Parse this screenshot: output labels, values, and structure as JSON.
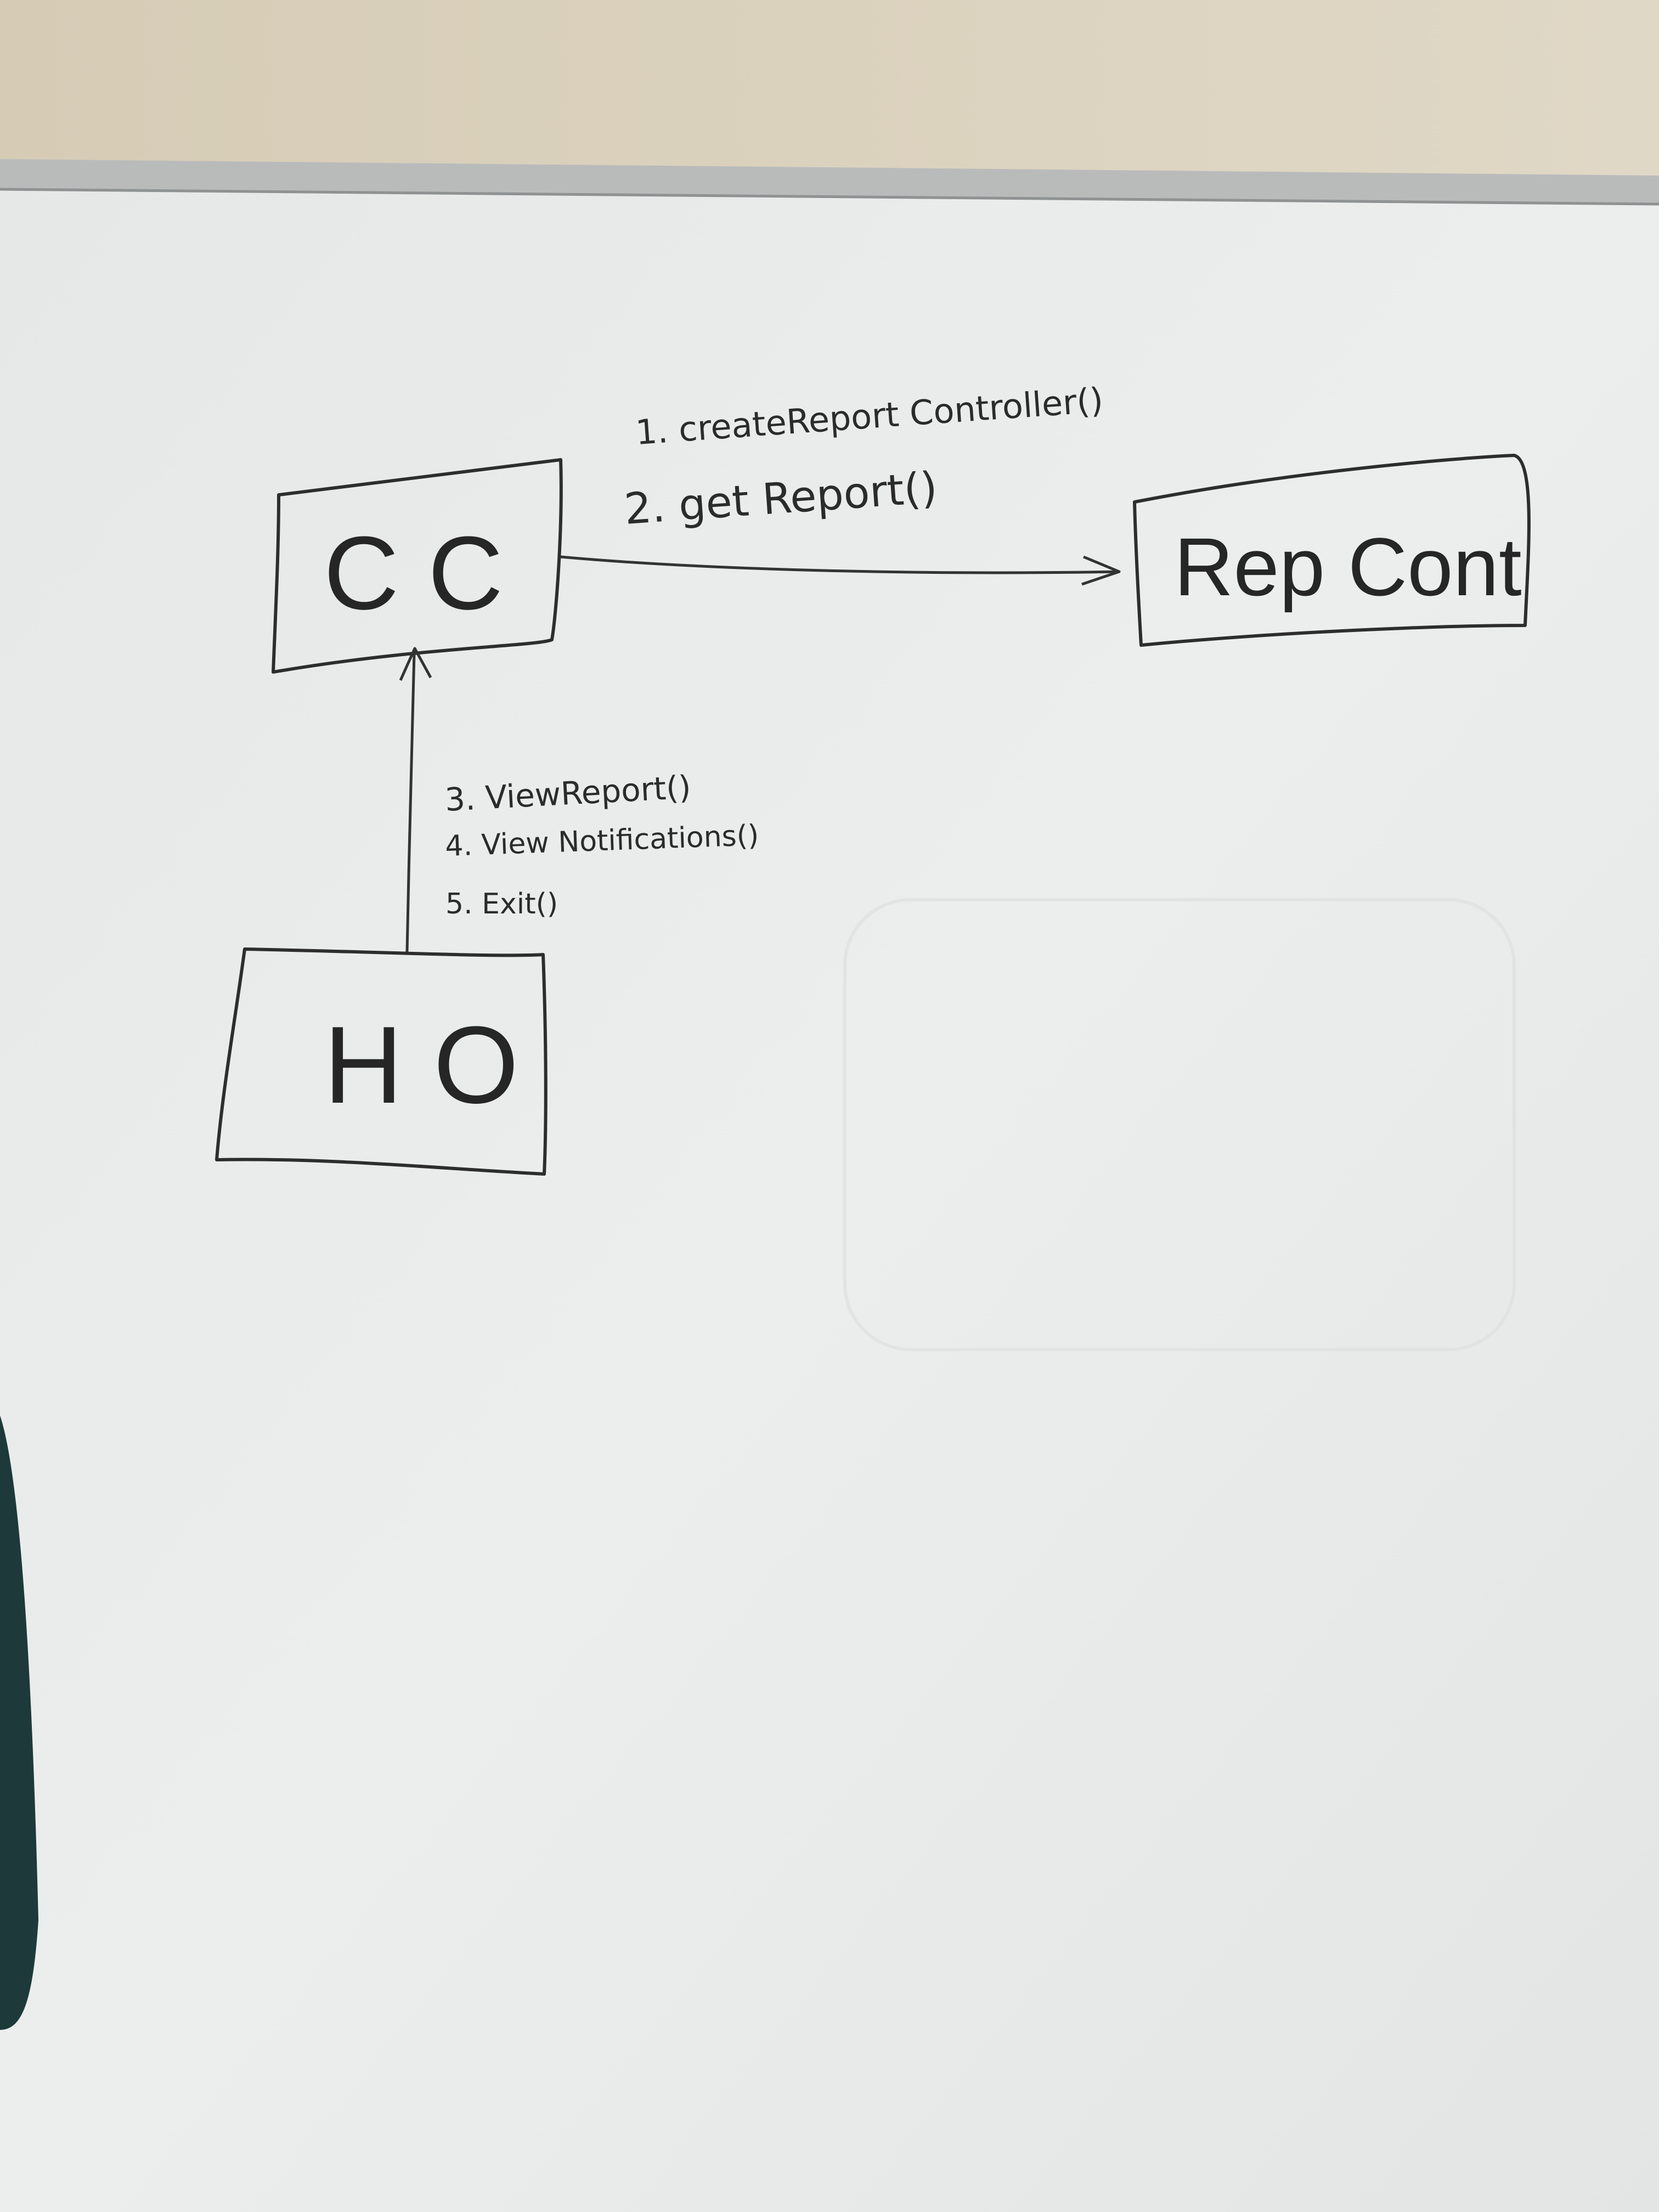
{
  "diagram": {
    "nodes": {
      "cc": {
        "label": "C C"
      },
      "rep_cont": {
        "label": "Rep Cont"
      },
      "ho": {
        "label": "H O"
      }
    },
    "edges": {
      "cc_to_rep_cont": {
        "messages": [
          "1. createReport Controller()",
          "2. get Report()"
        ]
      },
      "ho_to_cc": {
        "messages": [
          "3. ViewReport()",
          "4. View Notifications()",
          "5. Exit()"
        ]
      }
    }
  },
  "colors": {
    "wall": "#d9cfba",
    "board": "#e9ebeb",
    "frame": "#b4b6b6",
    "ink": "#2b2b2b",
    "sleeve": "#1f3a3a"
  }
}
